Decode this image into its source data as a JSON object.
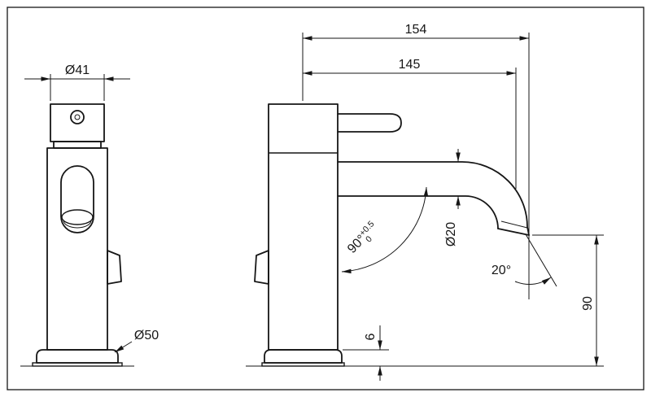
{
  "front_view": {
    "top_diameter": "Ø41",
    "base_diameter": "Ø50"
  },
  "side_view": {
    "overall_reach": "154",
    "spout_reach": "145",
    "spout_diameter": "Ø20",
    "body_angle": "90°",
    "body_angle_tolerance_upper": "+0.5",
    "body_angle_tolerance_lower": "0",
    "outlet_angle": "20°",
    "outlet_height": "90",
    "base_plate_height": "6"
  }
}
